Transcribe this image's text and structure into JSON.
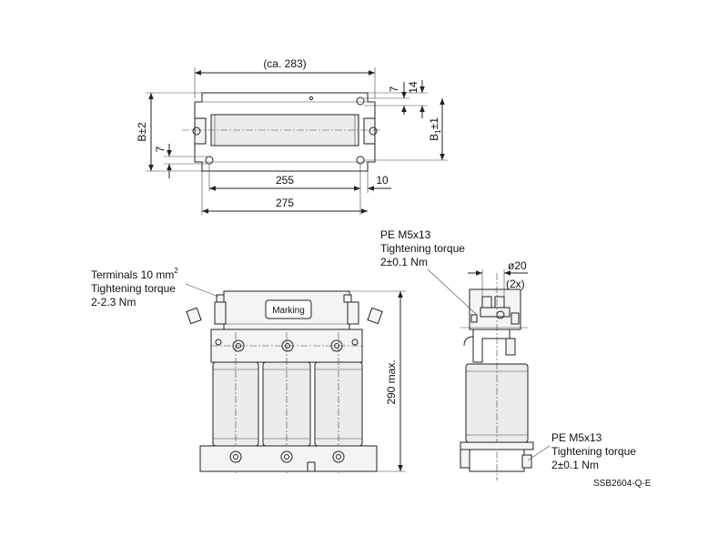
{
  "top_view": {
    "overall_length": "(ca. 283)",
    "height_b": "B±2",
    "height_b1": "B",
    "height_b1_sub": "1",
    "height_b1_tol": "±1",
    "dim_7_left": "7",
    "dim_7_right": "7",
    "dim_14": "14",
    "dim_255": "255",
    "dim_10": "10",
    "dim_275": "275"
  },
  "front_view": {
    "terminals_line1": "Terminals 10 mm",
    "terminals_sup": "2",
    "terminals_line2": "Tightening torque",
    "terminals_line3": "2-2.3 Nm",
    "marking": "Marking",
    "height_max": "290 max."
  },
  "side_view": {
    "pe_top_line1": "PE M5x13",
    "pe_top_line2": "Tightening torque",
    "pe_top_line3": "2±0.1 Nm",
    "diameter": "ø20",
    "count": "(2x)",
    "pe_bottom_line1": "PE M5x13",
    "pe_bottom_line2": "Tightening torque",
    "pe_bottom_line3": "2±0.1 Nm"
  },
  "drawing_code": "SSB2604-Q-E"
}
